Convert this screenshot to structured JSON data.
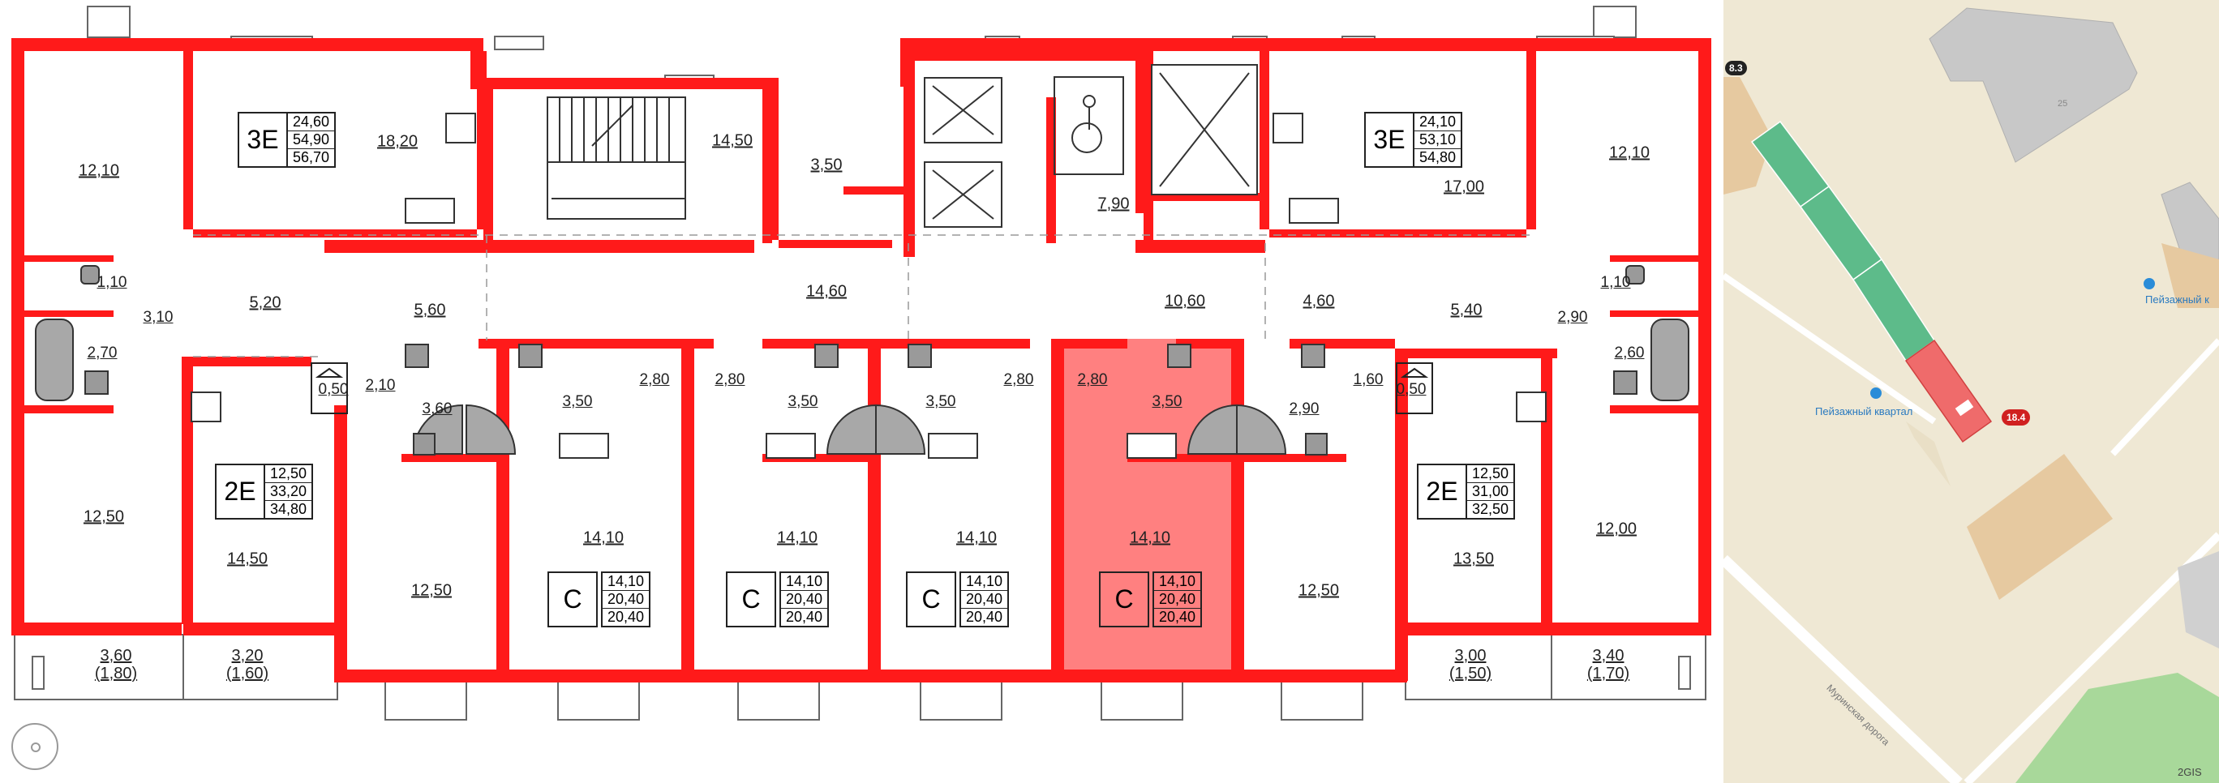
{
  "floor_plan": {
    "selected_unit": {
      "code": "С",
      "areas": [
        "14,10",
        "20,40",
        "20,40"
      ]
    },
    "rooms": [
      {
        "id": "r1",
        "value": "12,10"
      },
      {
        "id": "r2",
        "value": "18,20"
      },
      {
        "id": "r3",
        "value": "14,50"
      },
      {
        "id": "r4",
        "value": "3,50"
      },
      {
        "id": "r5",
        "value": "7,90"
      },
      {
        "id": "r6",
        "value": "17,00"
      },
      {
        "id": "r7",
        "value": "12,10"
      },
      {
        "id": "r8",
        "value": "1,10"
      },
      {
        "id": "r9",
        "value": "3,10"
      },
      {
        "id": "r10",
        "value": "2,70"
      },
      {
        "id": "r11",
        "value": "5,20"
      },
      {
        "id": "r12",
        "value": "5,60"
      },
      {
        "id": "r13",
        "value": "14,60"
      },
      {
        "id": "r14",
        "value": "10,60"
      },
      {
        "id": "r15",
        "value": "4,60"
      },
      {
        "id": "r16",
        "value": "5,40"
      },
      {
        "id": "r17",
        "value": "2,90"
      },
      {
        "id": "r18",
        "value": "1,10"
      },
      {
        "id": "r19",
        "value": "2,60"
      },
      {
        "id": "r20",
        "value": "0,50"
      },
      {
        "id": "r21",
        "value": "2,10"
      },
      {
        "id": "r22",
        "value": "3,60"
      },
      {
        "id": "r23",
        "value": "3,50"
      },
      {
        "id": "r24",
        "value": "2,80"
      },
      {
        "id": "r25",
        "value": "2,80"
      },
      {
        "id": "r26",
        "value": "3,50"
      },
      {
        "id": "r27",
        "value": "3,50"
      },
      {
        "id": "r28",
        "value": "2,80"
      },
      {
        "id": "r29",
        "value": "2,80"
      },
      {
        "id": "r30",
        "value": "3,50"
      },
      {
        "id": "r31",
        "value": "2,90"
      },
      {
        "id": "r32",
        "value": "1,60"
      },
      {
        "id": "r33",
        "value": "0,50"
      },
      {
        "id": "r34",
        "value": "12,50"
      },
      {
        "id": "r35",
        "value": "14,50"
      },
      {
        "id": "r36",
        "value": "12,50"
      },
      {
        "id": "r37",
        "value": "14,10"
      },
      {
        "id": "r38",
        "value": "14,10"
      },
      {
        "id": "r39",
        "value": "14,10"
      },
      {
        "id": "r40",
        "value": "14,10"
      },
      {
        "id": "r41",
        "value": "12,50"
      },
      {
        "id": "r42",
        "value": "13,50"
      },
      {
        "id": "r43",
        "value": "12,00"
      }
    ],
    "balconies": [
      {
        "id": "b1",
        "value": "3,60",
        "sub": "(1,80)"
      },
      {
        "id": "b2",
        "value": "3,20",
        "sub": "(1,60)"
      },
      {
        "id": "b3",
        "value": "3,00",
        "sub": "(1,50)"
      },
      {
        "id": "b4",
        "value": "3,40",
        "sub": "(1,70)"
      }
    ],
    "units": [
      {
        "id": "u1",
        "code": "3Е",
        "areas": [
          "24,60",
          "54,90",
          "56,70"
        ]
      },
      {
        "id": "u2",
        "code": "3Е",
        "areas": [
          "24,10",
          "53,10",
          "54,80"
        ]
      },
      {
        "id": "u3",
        "code": "2Е",
        "areas": [
          "12,50",
          "33,20",
          "34,80"
        ]
      },
      {
        "id": "u4",
        "code": "2Е",
        "areas": [
          "12,50",
          "31,00",
          "32,50"
        ]
      },
      {
        "id": "u5",
        "code": "С",
        "areas": [
          "14,10",
          "20,40",
          "20,40"
        ]
      },
      {
        "id": "u6",
        "code": "С",
        "areas": [
          "14,10",
          "20,40",
          "20,40"
        ]
      },
      {
        "id": "u7",
        "code": "С",
        "areas": [
          "14,10",
          "20,40",
          "20,40"
        ]
      },
      {
        "id": "u8",
        "code": "С",
        "areas": [
          "14,10",
          "20,40",
          "20,40"
        ]
      }
    ],
    "colors": {
      "wall": "#ff1a1a",
      "highlight": "#ff8080",
      "fixture": "#9a9a9a"
    },
    "icons": [
      "wheelchair-icon",
      "elevator-icon",
      "stairs-icon",
      "stove-icon",
      "sink-icon",
      "toilet-icon",
      "bathtub-icon",
      "shower-icon",
      "hanger-icon",
      "compass-icon"
    ]
  },
  "map": {
    "building_labels": [
      {
        "id": "m1",
        "text": "8.3"
      },
      {
        "id": "m2",
        "text": "18.4"
      },
      {
        "id": "m3",
        "text": "25"
      }
    ],
    "poi_labels": [
      {
        "id": "p1",
        "text": "Пейзажный квартал"
      },
      {
        "id": "p2",
        "text": "Пейзажный к"
      }
    ],
    "road_label": "Муринская дорога",
    "attribution": "2GIS",
    "colors": {
      "background": "#efe8d4",
      "highlight_section": "#ef6b6b",
      "sections": "#5dbb8a",
      "building_gray": "#c8c8c8",
      "building_tan": "#e6c9a0",
      "park": "#a8d89a"
    }
  }
}
